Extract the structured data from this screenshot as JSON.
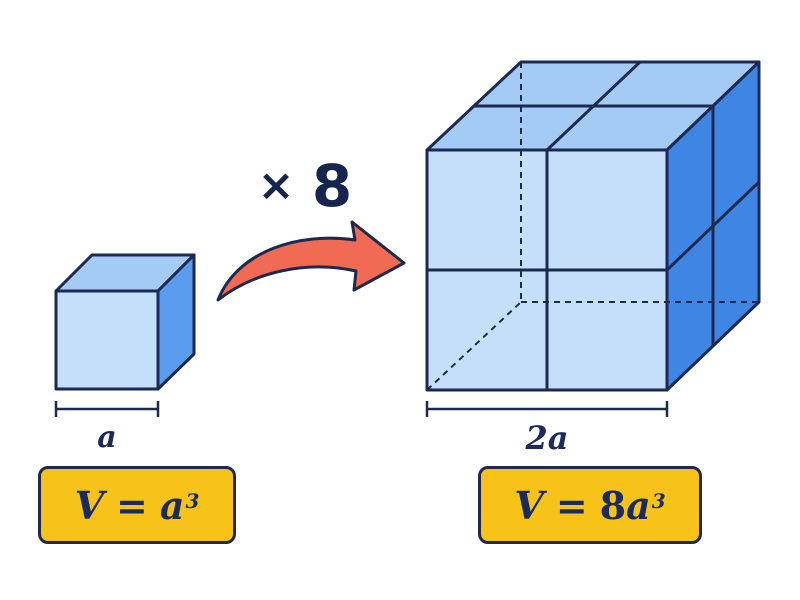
{
  "colors": {
    "outline": "#1c2a52",
    "front_face": "#c5defa",
    "top_face": "#a4cbf6",
    "side_face": "#3f86e4",
    "arrow": "#f06a54",
    "formula_bg": "#f7c319"
  },
  "multiplier": {
    "symbol": "×",
    "value": "8"
  },
  "small_cube": {
    "edge_label": "a",
    "formula": {
      "variable": "V",
      "operator": "=",
      "coefficient": "",
      "base": "a",
      "exponent": "3"
    }
  },
  "large_cube": {
    "edge_label": "2a",
    "formula": {
      "variable": "V",
      "operator": "=",
      "coefficient": "8",
      "base": "a",
      "exponent": "3"
    }
  },
  "arrow_icon": "curved-arrow-right"
}
